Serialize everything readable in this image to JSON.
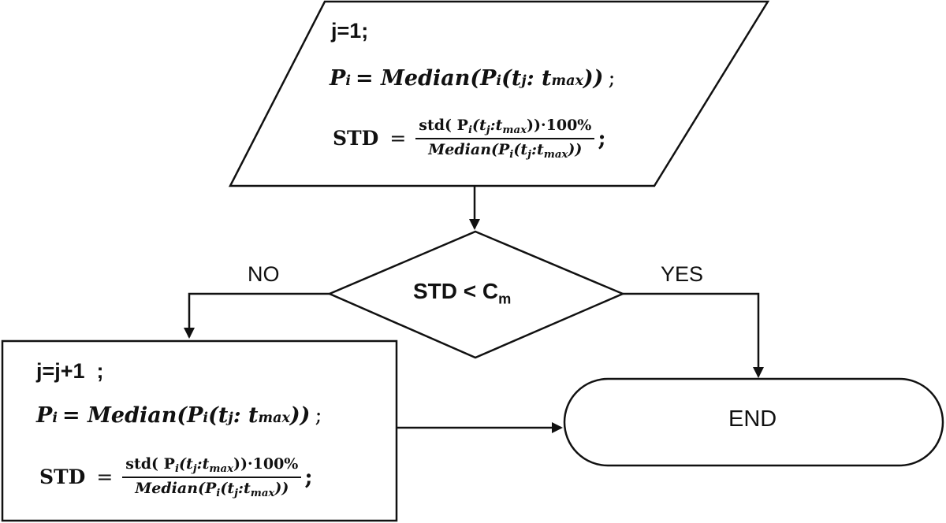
{
  "top_box": {
    "init": "j=1;",
    "median_lhs": "P",
    "median_lhs_sub": "i",
    "median_rhs": "= Median(P",
    "median_rhs_sub": "i",
    "median_args_open": "(t",
    "median_args_sub1": "j",
    "median_args_mid": ": t",
    "median_args_sub2": "max",
    "median_args_close": "))",
    "median_end": " ;",
    "std_label": "STD",
    "std_eq": "=",
    "std_num": "std( P",
    "std_num_sub": "i",
    "std_num_args": "(t",
    "std_num_sub2": "j",
    "std_num_mid": ":t",
    "std_num_sub3": "max",
    "std_num_end": "))·100%",
    "std_den": "Median(P",
    "std_den_sub": "i",
    "std_den_args": "(t",
    "std_den_sub2": "j",
    "std_den_mid": ":t",
    "std_den_sub3": "max",
    "std_den_end": "))",
    "std_semicolon": ";"
  },
  "decision": {
    "label": "STD < C",
    "label_sub": "m",
    "no_label": "NO",
    "yes_label": "YES"
  },
  "loop_box": {
    "step": "j=j+1  ;",
    "median_lhs": "P",
    "median_lhs_sub": "i",
    "median_rhs": "= Median(P",
    "median_rhs_sub": "i",
    "median_args_open": "(t",
    "median_args_sub1": "j",
    "median_args_mid": ": t",
    "median_args_sub2": "max",
    "median_args_close": "))",
    "median_end": " ;",
    "std_label": "STD",
    "std_eq": "=",
    "std_num": "std( P",
    "std_num_sub": "i",
    "std_num_args": "(t",
    "std_num_sub2": "j",
    "std_num_mid": ":t",
    "std_num_sub3": "max",
    "std_num_end": "))·100%",
    "std_den": "Median(P",
    "std_den_sub": "i",
    "std_den_args": "(t",
    "std_den_sub2": "j",
    "std_den_mid": ":t",
    "std_den_sub3": "max",
    "std_den_end": "))",
    "std_semicolon": ";"
  },
  "terminal": {
    "label": "END"
  },
  "colors": {
    "stroke": "#111111",
    "background": "#ffffff"
  }
}
